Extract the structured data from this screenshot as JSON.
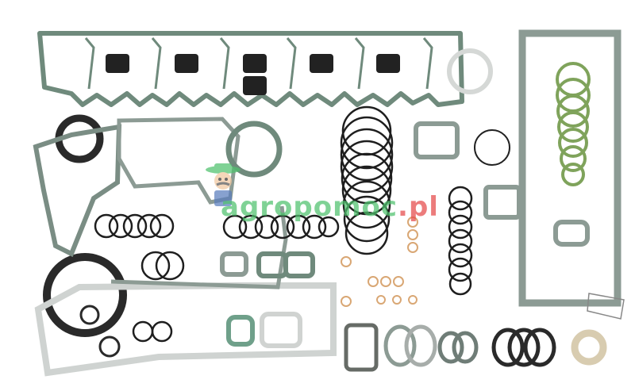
{
  "image": {
    "subject": "Engine gasket set laid out on white background",
    "background_color": "#ffffff",
    "colors": {
      "gasket_green_gray": "#6f8a7c",
      "gasket_light_gray": "#c9cdcb",
      "oring_black": "#1e1e1e",
      "oring_green": "#7fa35b",
      "copper_washer": "#d9a774",
      "paper_gasket": "#d8ccb0"
    }
  },
  "watermark": {
    "text_green": "agropomoc",
    "text_red": ".pl",
    "green_color": "#4fc26d",
    "red_color": "#e64a4a"
  }
}
